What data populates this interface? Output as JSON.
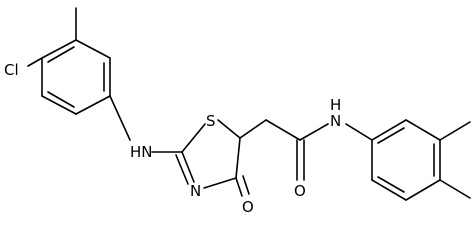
{
  "diagram": {
    "type": "chemical-structure",
    "atom_labels": {
      "chlorine": "Cl",
      "amine_nh_left": "HN",
      "thiazoline_sulfur": "S",
      "thiazoline_nitrogen": "N",
      "ring_carbonyl_oxygen": "O",
      "amide_carbonyl_oxygen": "O",
      "amide_nitrogen": "N",
      "amide_hydrogen": "H"
    }
  }
}
